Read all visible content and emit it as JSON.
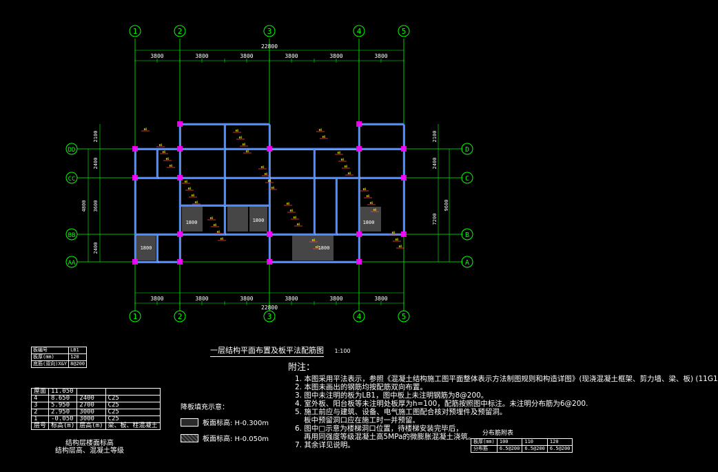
{
  "drawing": {
    "title": "一层结构平面布置及板平法配筋图",
    "scale": "1:100",
    "colors": {
      "axis": "#00ff00",
      "wall": "#4f8cff",
      "column": "#ff00ff",
      "beam_label": "#ffff00",
      "hatch": "#808080"
    }
  },
  "axes": {
    "numbers": [
      "1",
      "2",
      "3",
      "4",
      "5"
    ],
    "letters_left": [
      "DD",
      "CC",
      "BB",
      "AA"
    ],
    "letters_right": [
      "D",
      "C",
      "B",
      "A"
    ],
    "spans": [
      "3800",
      "3800",
      "3800",
      "3800",
      "3800",
      "3800"
    ],
    "total": "22800",
    "left_dims": [
      "2100",
      "2400",
      "3600",
      "4800",
      "2400"
    ],
    "right_dims": [
      "2100",
      "2400",
      "7200",
      "9600"
    ]
  },
  "slab_labels": [
    "1800",
    "1800",
    "1800",
    "1800",
    "1800"
  ],
  "slab_table": {
    "rows": [
      [
        "板编号",
        "LB1"
      ],
      [
        "板厚(mm)",
        "120"
      ],
      [
        "底筋(双向)X&Y",
        "8@200"
      ]
    ]
  },
  "floor_table": {
    "rows": [
      [
        "屋面",
        "11.050",
        "",
        ""
      ],
      [
        "4",
        "8.650",
        "2400",
        "C25"
      ],
      [
        "3",
        "5.950",
        "2700",
        "C25"
      ],
      [
        "2",
        "2.950",
        "3000",
        "C25"
      ],
      [
        "1",
        "-0.050",
        "3000",
        "C25"
      ],
      [
        "层号",
        "标高(m)",
        "层高(m)",
        "梁、板、柱混凝土"
      ]
    ],
    "caption1": "结构层楼面标高",
    "caption2": "结构层高、混凝土等级"
  },
  "slab_legend": {
    "title": "降板填充示意：",
    "items": [
      "板面标高: H-0.300m",
      "板面标高: H-0.050m"
    ]
  },
  "notes": {
    "heading": "附注：",
    "lines": [
      "1. 本图采用平法表示，参照《混凝土结构施工图平面整体表示方法制图规则和构造详图》(现浇混凝土框架、剪力墙、梁、板) (11G1",
      "2. 本图未画出的钢筋均按配筋双向布置。",
      "3. 图中未注明的板为LB1，图中板上未注明钢筋为8@200。",
      "4. 室外板、阳台板等未注明处板厚为h=100，配筋按照图中标注。未注明分布筋为6@200.",
      "5. 施工前应与建筑、设备、电气施工图配合核对预埋件及预留洞。",
      "板中预留洞口应在施工时一并预留。",
      "6. 图中□示意为楼梯洞口位置，待楼梯安装完毕后，",
      "再用同强度等级混凝土高5MPa的微膨胀混凝土浇筑。",
      "7. 其余详见说明。"
    ]
  },
  "dist_table": {
    "caption": "分布筋附表",
    "rows": [
      [
        "板厚(mm)",
        "100",
        "110",
        "120"
      ],
      [
        "分布筋",
        "6.5@200",
        "6.5@200",
        "6.5@200"
      ]
    ]
  }
}
